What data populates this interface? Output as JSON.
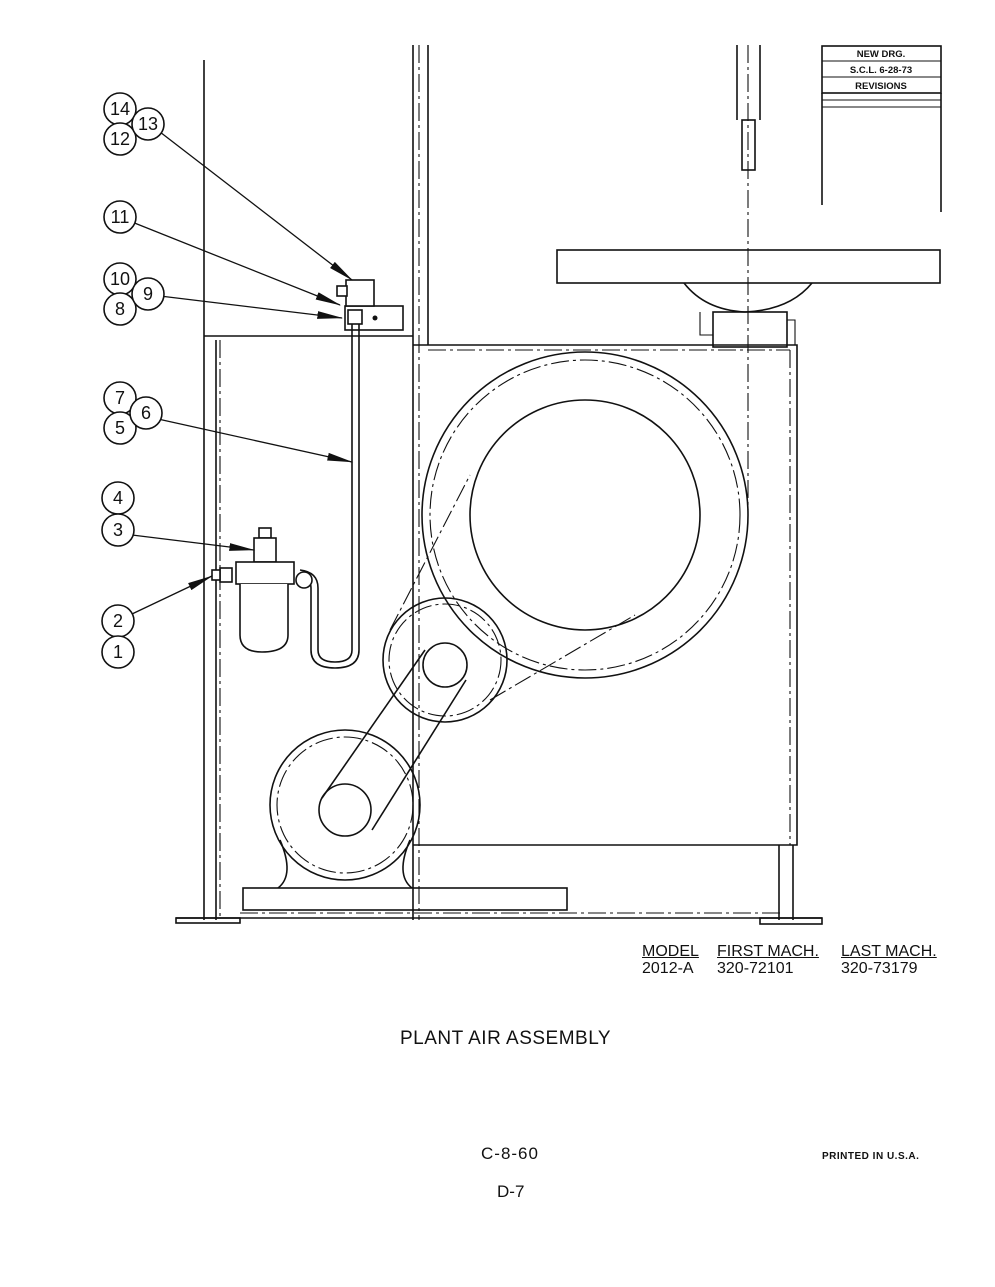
{
  "revision_block": {
    "line1": "NEW DRG.",
    "line2": "S.C.L. 6-28-73",
    "line3": "REVISIONS"
  },
  "callouts": [
    "14",
    "13",
    "12",
    "11",
    "10",
    "9",
    "8",
    "7",
    "6",
    "5",
    "4",
    "3",
    "2",
    "1"
  ],
  "model_table": {
    "headers": [
      "MODEL",
      "FIRST MACH.",
      "LAST MACH."
    ],
    "values": [
      "2012-A",
      "320-72101",
      "320-73179"
    ]
  },
  "title": "PLANT AIR ASSEMBLY",
  "drawing_number": "C-8-60",
  "page_number": "D-7",
  "printed_note": "PRINTED IN U.S.A."
}
